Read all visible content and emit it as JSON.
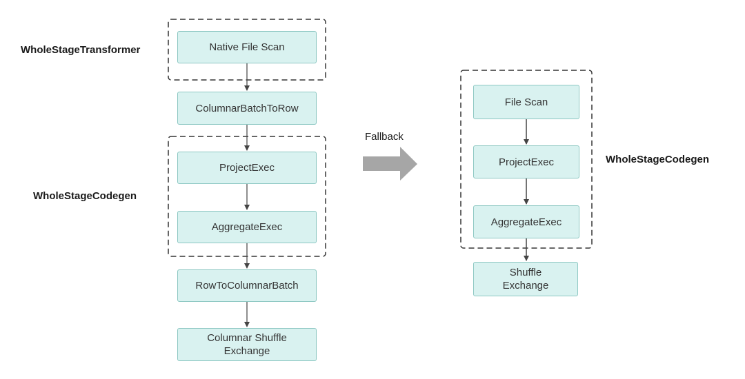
{
  "left_plan": {
    "groups": {
      "transformer_label": "WholeStageTransformer",
      "codegen_label": "WholeStageCodegen"
    },
    "nodes": {
      "native_file_scan": "Native File Scan",
      "columnar_batch_to_row": "ColumnarBatchToRow",
      "project_exec": "ProjectExec",
      "aggregate_exec": "AggregateExec",
      "row_to_columnar_batch": "RowToColumnarBatch",
      "columnar_shuffle_exchange": "Columnar Shuffle\nExchange"
    }
  },
  "transition": {
    "label": "Fallback",
    "arrow_color": "#a6a6a6"
  },
  "right_plan": {
    "groups": {
      "codegen_label": "WholeStageCodegen"
    },
    "nodes": {
      "file_scan": "File Scan",
      "project_exec": "ProjectExec",
      "aggregate_exec": "AggregateExec",
      "shuffle_exchange": "Shuffle\nExchange"
    }
  },
  "colors": {
    "node_fill": "#d9f2f0",
    "node_border": "#8cc7c2",
    "connector": "#444444",
    "group_border": "#333333"
  }
}
